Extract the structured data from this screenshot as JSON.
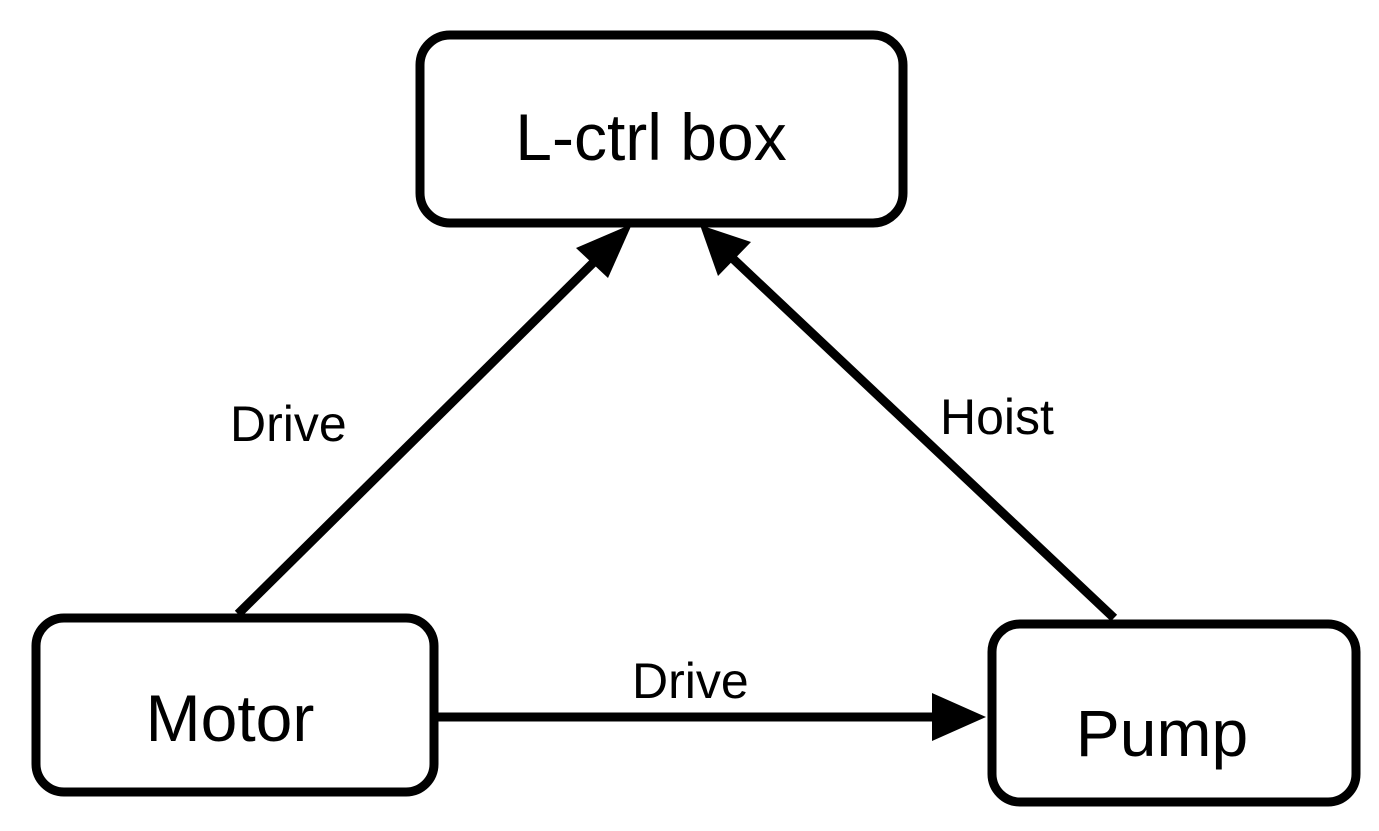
{
  "diagram": {
    "nodes": {
      "lctrl": {
        "label": "L-ctrl box"
      },
      "motor": {
        "label": "Motor"
      },
      "pump": {
        "label": "Pump"
      }
    },
    "edges": [
      {
        "from": "motor",
        "to": "lctrl",
        "label": "Drive"
      },
      {
        "from": "pump",
        "to": "lctrl",
        "label": "Hoist"
      },
      {
        "from": "motor",
        "to": "pump",
        "label": "Drive"
      }
    ]
  }
}
